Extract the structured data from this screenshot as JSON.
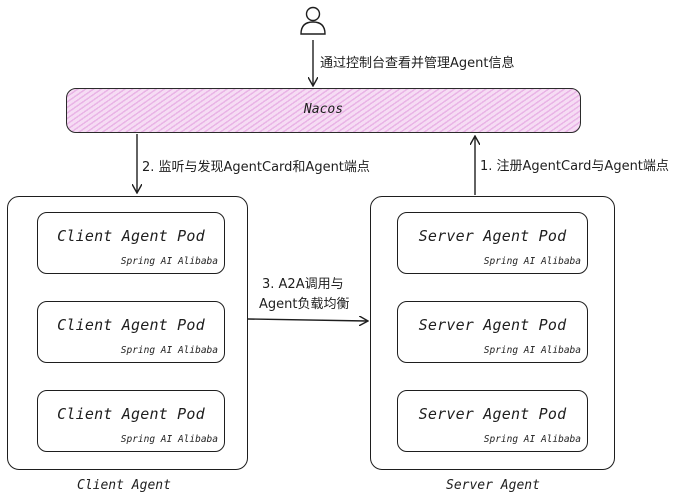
{
  "nacos": {
    "label": "Nacos"
  },
  "edges": {
    "user_to_nacos": "通过控制台查看并管理Agent信息",
    "nacos_to_client": "2. 监听与发现AgentCard和Agent端点",
    "server_to_nacos": "1. 注册AgentCard与Agent端点",
    "client_to_server_line1": "3. A2A调用与",
    "client_to_server_line2": "Agent负载均衡"
  },
  "client_group": {
    "label": "Client Agent",
    "pods": [
      {
        "title": "Client Agent Pod",
        "subtitle": "Spring AI Alibaba"
      },
      {
        "title": "Client Agent Pod",
        "subtitle": "Spring AI Alibaba"
      },
      {
        "title": "Client Agent Pod",
        "subtitle": "Spring AI Alibaba"
      }
    ]
  },
  "server_group": {
    "label": "Server Agent",
    "pods": [
      {
        "title": "Server Agent Pod",
        "subtitle": "Spring AI Alibaba"
      },
      {
        "title": "Server Agent Pod",
        "subtitle": "Spring AI Alibaba"
      },
      {
        "title": "Server Agent Pod",
        "subtitle": "Spring AI Alibaba"
      }
    ]
  },
  "icons": {
    "user": "user-icon"
  }
}
